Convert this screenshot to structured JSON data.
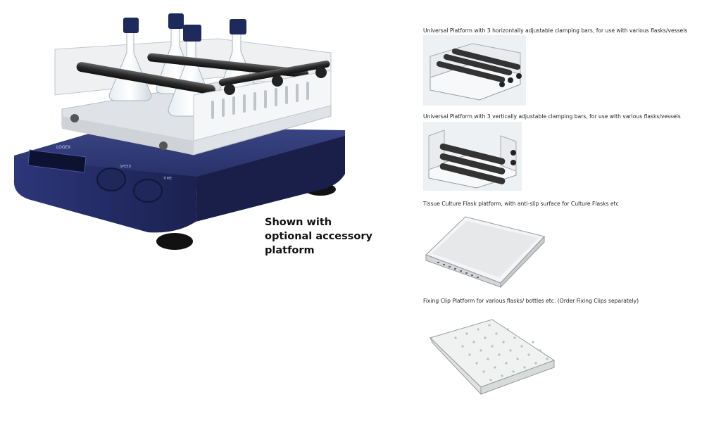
{
  "main": {
    "caption_lines": [
      "Shown with",
      "optional accessory",
      "platform"
    ],
    "device_brand": "LOGEX",
    "knob_labels": [
      "SPEED",
      "TIME"
    ]
  },
  "accessories": [
    {
      "label": "Universal Platform with 3 horizontally adjustable clamping bars, for use with various flasks/vessels"
    },
    {
      "label": "Universal Platform with 3 vertically adjustable clamping bars, for use with various flasks/vessels"
    },
    {
      "label": "Tissue Culture Flask platform, with anti-slip surface for Culture Flasks etc"
    },
    {
      "label": "Fixing Clip Platform for various flasks/ bottles etc. (Order Fixing Clips separately)"
    }
  ],
  "colors": {
    "base": "#2a3370",
    "base_dark": "#1c2350",
    "platform": "#e9ebee",
    "clamp_bar": "#3a3a3a",
    "bottle_cap": "#1f2a5c"
  }
}
